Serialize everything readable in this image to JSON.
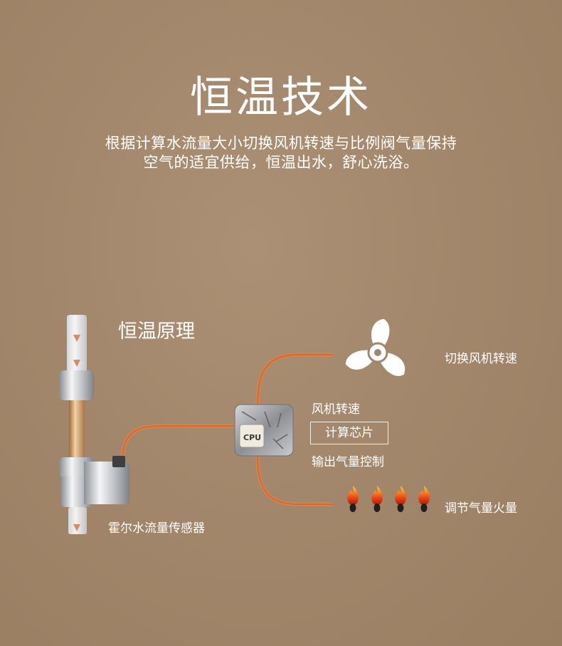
{
  "title": "恒温技术",
  "description": {
    "line1": "根据计算水流量大小切换风机转速与比例阀气量保持",
    "line2": "空气的适宜供给，恒温出水，舒心洗浴。"
  },
  "diagram": {
    "heading": "恒温原理",
    "sensor_label": "霍尔水流量传感器",
    "cpu_label": "CPU",
    "fan_speed_label": "风机转速",
    "chip_label": "计算芯片",
    "gas_output_label": "输出气量控制",
    "fan_switch_label": "切换风机转速",
    "flame_label": "调节气量火量"
  },
  "colors": {
    "background": "#a3876c",
    "wire": "#e8602a",
    "copper": "#c98a55"
  },
  "icons": [
    "arrow-down-icon",
    "fan-icon",
    "flame-icon",
    "cpu-chip-icon"
  ]
}
